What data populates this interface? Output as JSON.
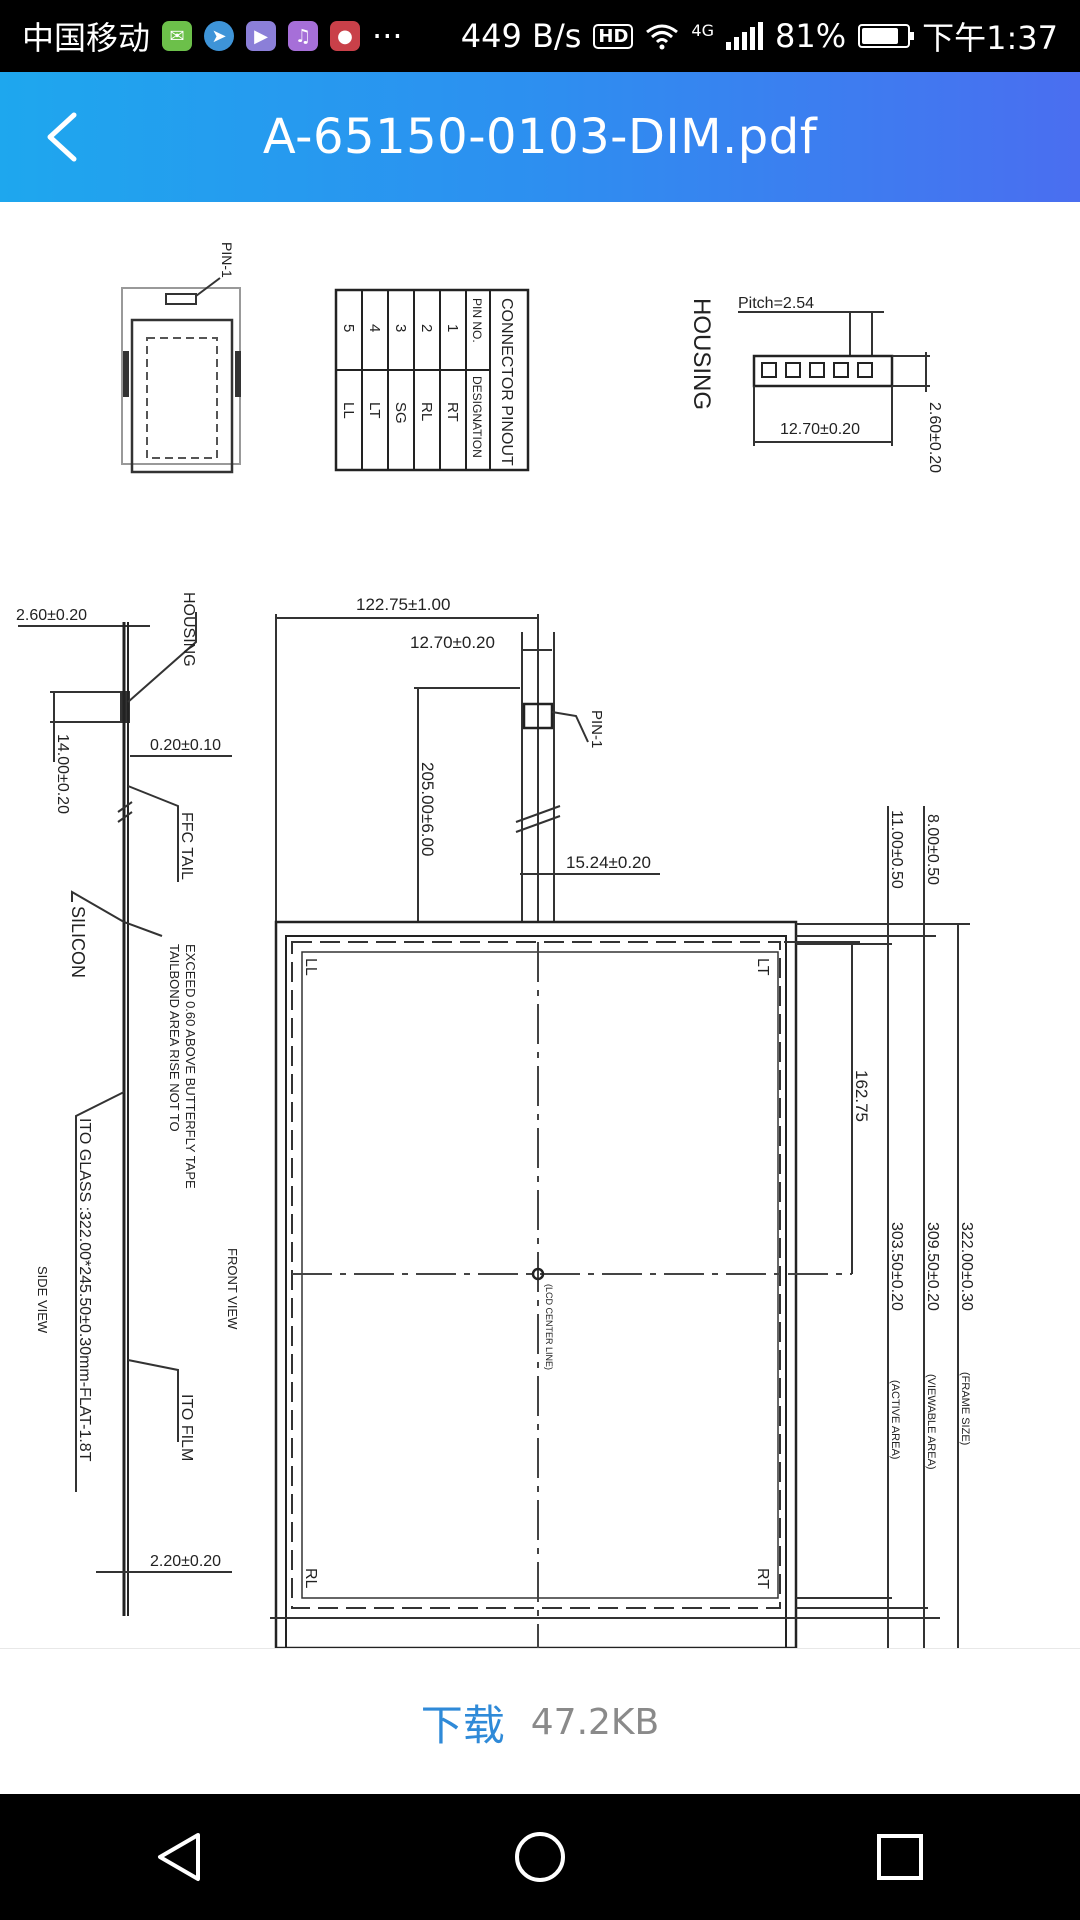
{
  "status_bar": {
    "carrier": "中国移动",
    "overflow": "···",
    "net_speed": "449 B/s",
    "hd": "HD",
    "network": "4G",
    "battery": "81%",
    "battery_level": 0.81,
    "time": "下午1:37",
    "notification_icons": [
      "wechat-icon",
      "send-icon",
      "video-player-icon",
      "music-icon",
      "app-icon"
    ]
  },
  "header": {
    "title": "A-65150-0103-DIM.pdf"
  },
  "drawing": {
    "pin_label": "PIN-1",
    "pinout_title": "CONNECTOR PINOUT",
    "pinout_col1": "PIN NO.",
    "pinout_col2": "DESIGNATION",
    "pinout_rows": [
      {
        "no": "1",
        "desig": "RT"
      },
      {
        "no": "2",
        "desig": "RL"
      },
      {
        "no": "3",
        "desig": "SG"
      },
      {
        "no": "4",
        "desig": "LT"
      },
      {
        "no": "5",
        "desig": "LL"
      }
    ],
    "housing": "HOUSING",
    "pitch": "Pitch=2.54",
    "housing_width": "12.70±0.20",
    "housing_height": "2.60±0.20",
    "side_top_dim": "2.60±0.20",
    "side_housing": "HOUSING",
    "side_14": "14.00±0.20",
    "side_020": "0.20±0.10",
    "ffc_tail": "FFC TAIL",
    "silicon": "SILICON",
    "tailbond_1": "TAILBOND AREA RISE NOT TO",
    "tailbond_2": "EXCEED 0.60 ABOVE BUTTERFLY TAPE",
    "ito_glass": "ITO GLASS :322.00*245.50±0.30mm-FLAT-1.8T",
    "side_view": "SIDE VIEW",
    "front_view": "FRONT VIEW",
    "ito_film": "ITO FILM",
    "side_220": "2.20±0.20",
    "dim_122": "122.75±1.00",
    "dim_1270": "12.70±0.20",
    "dim_205": "205.00±6.00",
    "pin_1": "PIN-1",
    "dim_1524": "15.24±0.20",
    "dim_11": "11.00±0.50",
    "dim_8": "8.00±0.50",
    "dim_16275": "162.75",
    "dim_303": "303.50±0.20",
    "active_area": "(ACTIVE AREA)",
    "dim_309": "309.50±0.20",
    "viewable_area": "(VIEWABLE AREA)",
    "dim_322": "322.00±0.30",
    "frame_size": "(FRAME SIZE)",
    "corner_ll": "LL",
    "corner_lt": "LT",
    "corner_rl": "RL",
    "corner_rt": "RT",
    "center_line": "(LCD CENTER LINE)"
  },
  "bottom": {
    "download": "下载",
    "size": "47.2KB"
  }
}
